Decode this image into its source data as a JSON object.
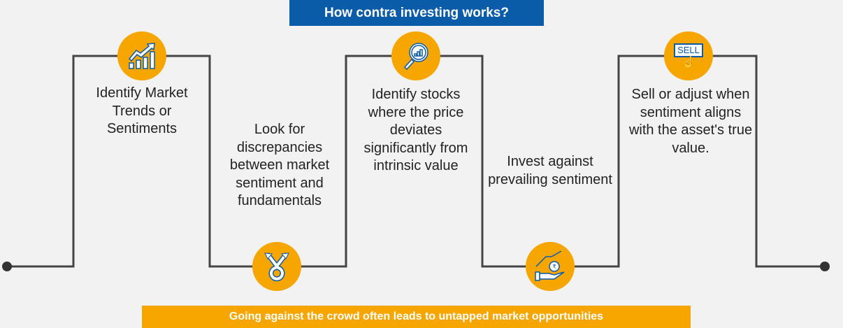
{
  "title": "How contra investing works?",
  "footer": "Going against the crowd often leads to untapped market opportunities",
  "colors": {
    "accent": "#f7a600",
    "brand": "#0a5ca8",
    "line": "#444444"
  },
  "steps": [
    {
      "icon": "trend-chart-icon",
      "text": "Identify Market Trends or Sentiments"
    },
    {
      "icon": "contrarian-arrows-icon",
      "text": "Look for discrepancies between market sentiment and fundamentals"
    },
    {
      "icon": "magnifier-chart-icon",
      "text": "Identify stocks where the price deviates significantly from intrinsic value"
    },
    {
      "icon": "invest-hand-rupee-icon",
      "text": "Invest against prevailing sentiment"
    },
    {
      "icon": "sell-button-icon",
      "text": "Sell or adjust when sentiment aligns with the asset's true value.",
      "icon_label": "SELL"
    }
  ]
}
